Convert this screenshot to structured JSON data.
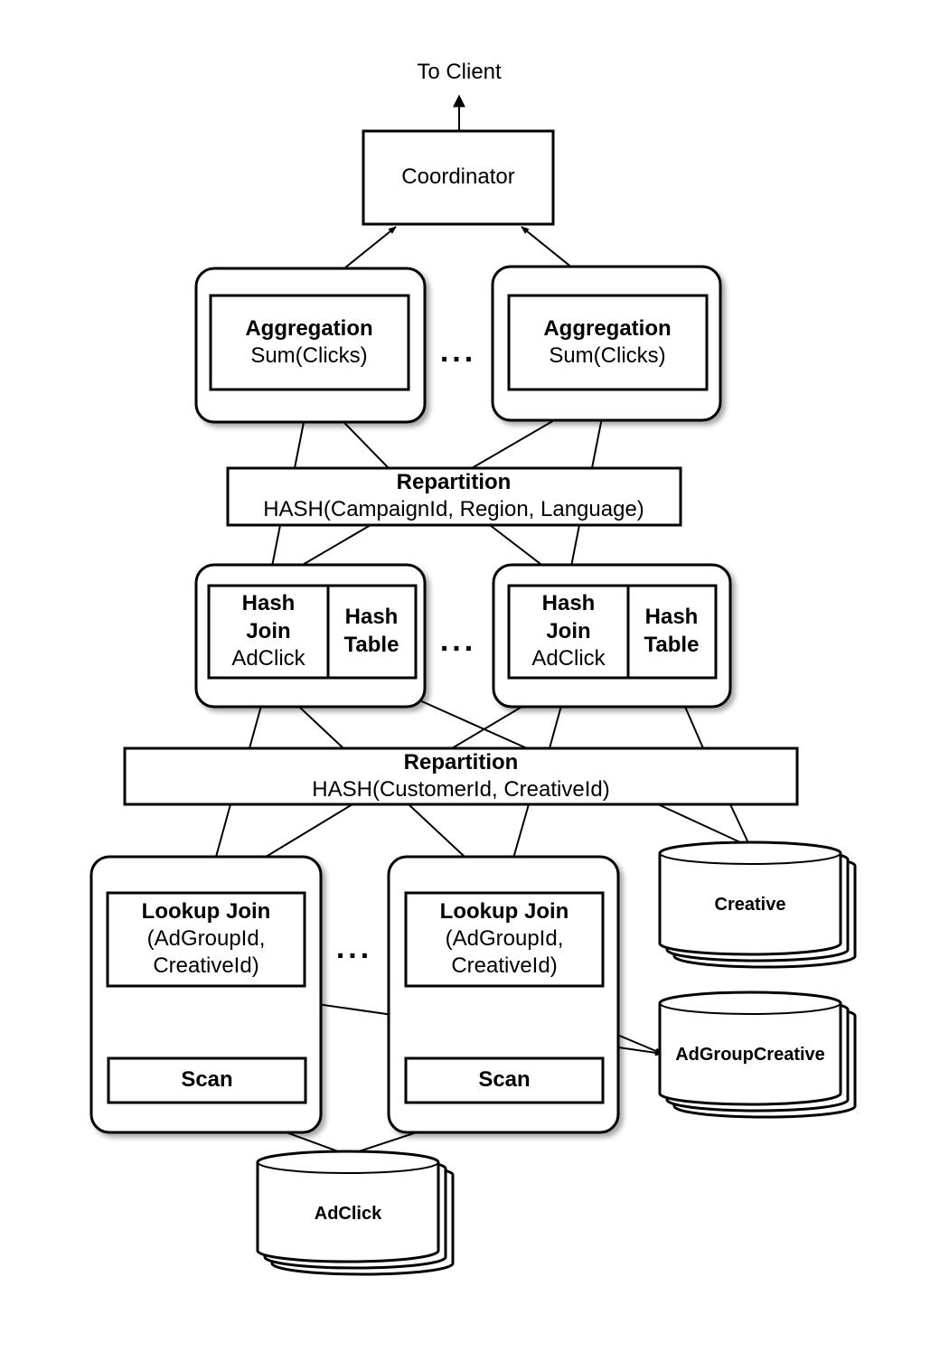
{
  "to_client": "To Client",
  "coordinator": "Coordinator",
  "aggregation": {
    "title": "Aggregation",
    "subtitle": "Sum(Clicks)"
  },
  "repartition_top": {
    "title": "Repartition",
    "subtitle": "HASH(CampaignId, Region, Language)"
  },
  "hash_join": {
    "line1": "Hash",
    "line2": "Join",
    "line3": "AdClick"
  },
  "hash_table": {
    "line1": "Hash",
    "line2": "Table"
  },
  "repartition_mid": {
    "title": "Repartition",
    "subtitle": "HASH(CustomerId, CreativeId)"
  },
  "lookup_join": {
    "title": "Lookup Join",
    "line2": "(AdGroupId,",
    "line3": "CreativeId)"
  },
  "scan": "Scan",
  "ellipsis": "...",
  "tables": {
    "creative": "Creative",
    "adgroupcreative": "AdGroupCreative",
    "adclick": "AdClick"
  }
}
